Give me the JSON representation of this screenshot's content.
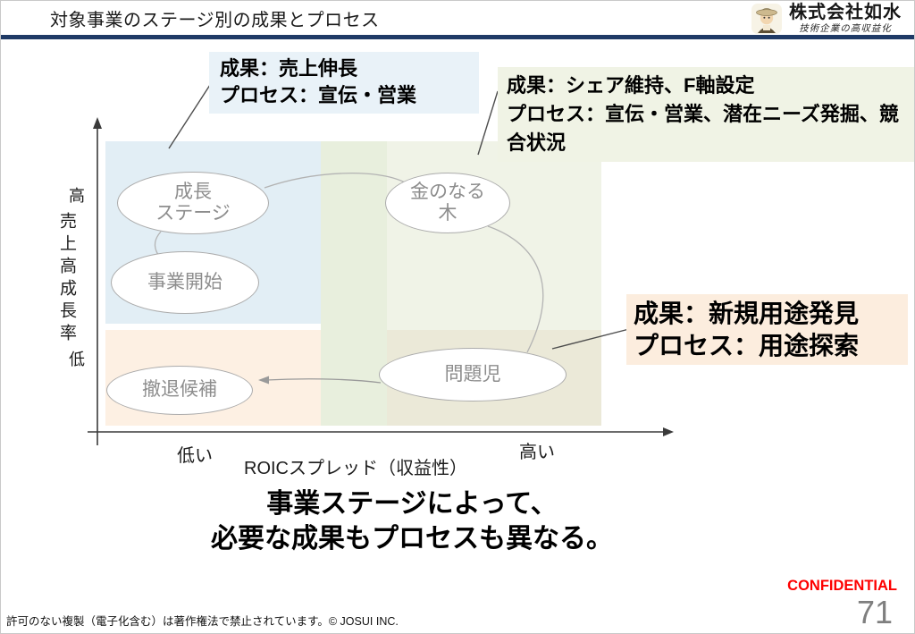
{
  "slide": {
    "title": "対象事業のステージ別の成果とプロセス",
    "logo": {
      "company_name": "株式会社如水",
      "tagline": "技術企業の高収益化"
    },
    "callouts": {
      "growth": {
        "result": "成果：売上伸長",
        "process": "プロセス：宣伝・営業"
      },
      "share": {
        "result": "成果：シェア維持、F軸設定",
        "process": "プロセス：宣伝・営業、潜在ニーズ発掘、競合状況"
      },
      "new_use": {
        "result": "成果：新規用途発見",
        "process": "プロセス：用途探索"
      }
    },
    "key_message": {
      "line1": "事業ステージによって、",
      "line2": "必要な成果もプロセスも異なる。"
    },
    "footer": {
      "copyright": "許可のない複製（電子化含む）は著作権法で禁止されています。© JOSUI INC.",
      "confidential": "CONFIDENTIAL",
      "page_number": "71"
    }
  },
  "diagram": {
    "type": "2x2-portfolio-matrix",
    "x_axis": {
      "title": "ROICスプレッド（収益性）",
      "low_label": "低い",
      "high_label": "高い"
    },
    "y_axis": {
      "title": "売上高成長率",
      "high_label": "高",
      "low_label": "低"
    },
    "nodes": {
      "growth_stage": {
        "line1": "成長",
        "line2": "ステージ"
      },
      "business_start": {
        "line1": "事業開始"
      },
      "cash_cow": {
        "line1": "金のなる",
        "line2": "木"
      },
      "problem_child": {
        "line1": "問題児"
      },
      "withdrawal_candidate": {
        "line1": "撤退候補"
      }
    },
    "edges": [
      {
        "from": "business_start",
        "to": "growth_stage"
      },
      {
        "from": "growth_stage",
        "to": "cash_cow"
      },
      {
        "from": "cash_cow",
        "to": "problem_child"
      },
      {
        "from": "problem_child",
        "to": "withdrawal_candidate",
        "arrow": true
      }
    ],
    "colors": {
      "quadrant_blue": "#e2eef5",
      "quadrant_green_band": "#e8efdd",
      "quadrant_green_light": "#f0f3e7",
      "quadrant_orange": "#fdf0e3",
      "quadrant_beige": "#ebe9d8",
      "callout_blue": "#e9f2f8",
      "callout_green": "#f0f3e5",
      "callout_peach": "#fcedde",
      "header_line_navy": "#1f3a66",
      "confidential_red": "#fe0000"
    }
  }
}
